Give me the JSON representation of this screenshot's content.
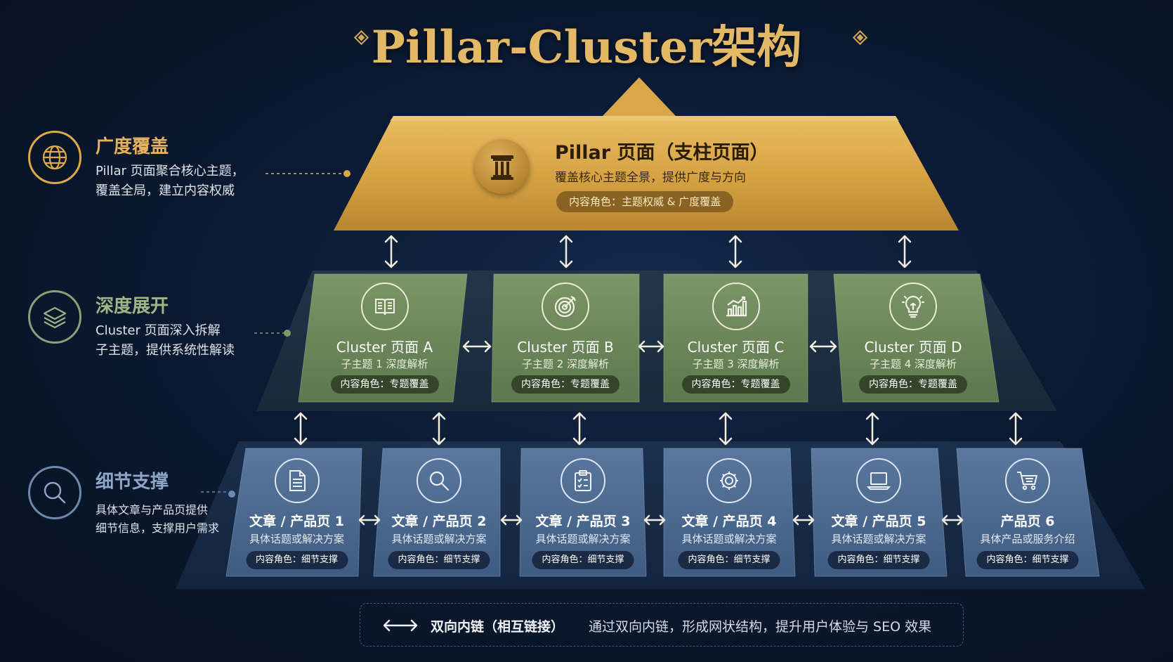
{
  "title": "Pillar-Cluster架构",
  "colors": {
    "gold": "#d9a648",
    "green": "#6f8a5c",
    "blue": "#4e6a92",
    "background": "#0b1a33"
  },
  "legend": [
    {
      "icon": "globe-icon",
      "title": "广度覆盖",
      "desc_lines": [
        "Pillar 页面聚合核心主题，",
        "覆盖全局，建立内容权威"
      ],
      "color": "#e0a94c"
    },
    {
      "icon": "layers-icon",
      "title": "深度展开",
      "desc_lines": [
        "Cluster 页面深入拆解",
        "子主题，提供系统性解读"
      ],
      "color": "#9bb085"
    },
    {
      "icon": "magnifier-icon",
      "title": "细节支撑",
      "desc_lines": [
        "具体文章与产品页提供",
        "细节信息，支撑用户需求"
      ],
      "color": "#8fa6c8"
    }
  ],
  "pillar": {
    "icon": "column-icon",
    "title": "Pillar 页面（支柱页面）",
    "subtitle": "覆盖核心主题全景，提供广度与方向",
    "role": "内容角色：主题权威 & 广度覆盖"
  },
  "clusters": [
    {
      "icon": "book-icon",
      "title": "Cluster 页面 A",
      "subtitle": "子主题 1 深度解析",
      "role": "内容角色：专题覆盖"
    },
    {
      "icon": "target-icon",
      "title": "Cluster 页面 B",
      "subtitle": "子主题 2 深度解析",
      "role": "内容角色：专题覆盖"
    },
    {
      "icon": "chart-icon",
      "title": "Cluster 页面 C",
      "subtitle": "子主题 3 深度解析",
      "role": "内容角色：专题覆盖"
    },
    {
      "icon": "lightbulb-icon",
      "title": "Cluster 页面 D",
      "subtitle": "子主题 4 深度解析",
      "role": "内容角色：专题覆盖"
    }
  ],
  "details": [
    {
      "icon": "document-icon",
      "title": "文章 / 产品页 1",
      "subtitle": "具体话题或解决方案",
      "role": "内容角色：细节支撑"
    },
    {
      "icon": "search-icon",
      "title": "文章 / 产品页 2",
      "subtitle": "具体话题或解决方案",
      "role": "内容角色：细节支撑"
    },
    {
      "icon": "clipboard-icon",
      "title": "文章 / 产品页 3",
      "subtitle": "具体话题或解决方案",
      "role": "内容角色：细节支撑"
    },
    {
      "icon": "gear-icon",
      "title": "文章 / 产品页 4",
      "subtitle": "具体话题或解决方案",
      "role": "内容角色：细节支撑"
    },
    {
      "icon": "laptop-icon",
      "title": "文章 / 产品页 5",
      "subtitle": "具体话题或解决方案",
      "role": "内容角色：细节支撑"
    },
    {
      "icon": "cart-icon",
      "title": "产品页 6",
      "subtitle": "具体产品或服务介绍",
      "role": "内容角色：细节支撑"
    }
  ],
  "bottom_legend": {
    "icon": "bidirectional-arrow-icon",
    "label": "双向内链（相互链接）",
    "description": "通过双向内链，形成网状结构，提升用户体验与 SEO 效果"
  }
}
